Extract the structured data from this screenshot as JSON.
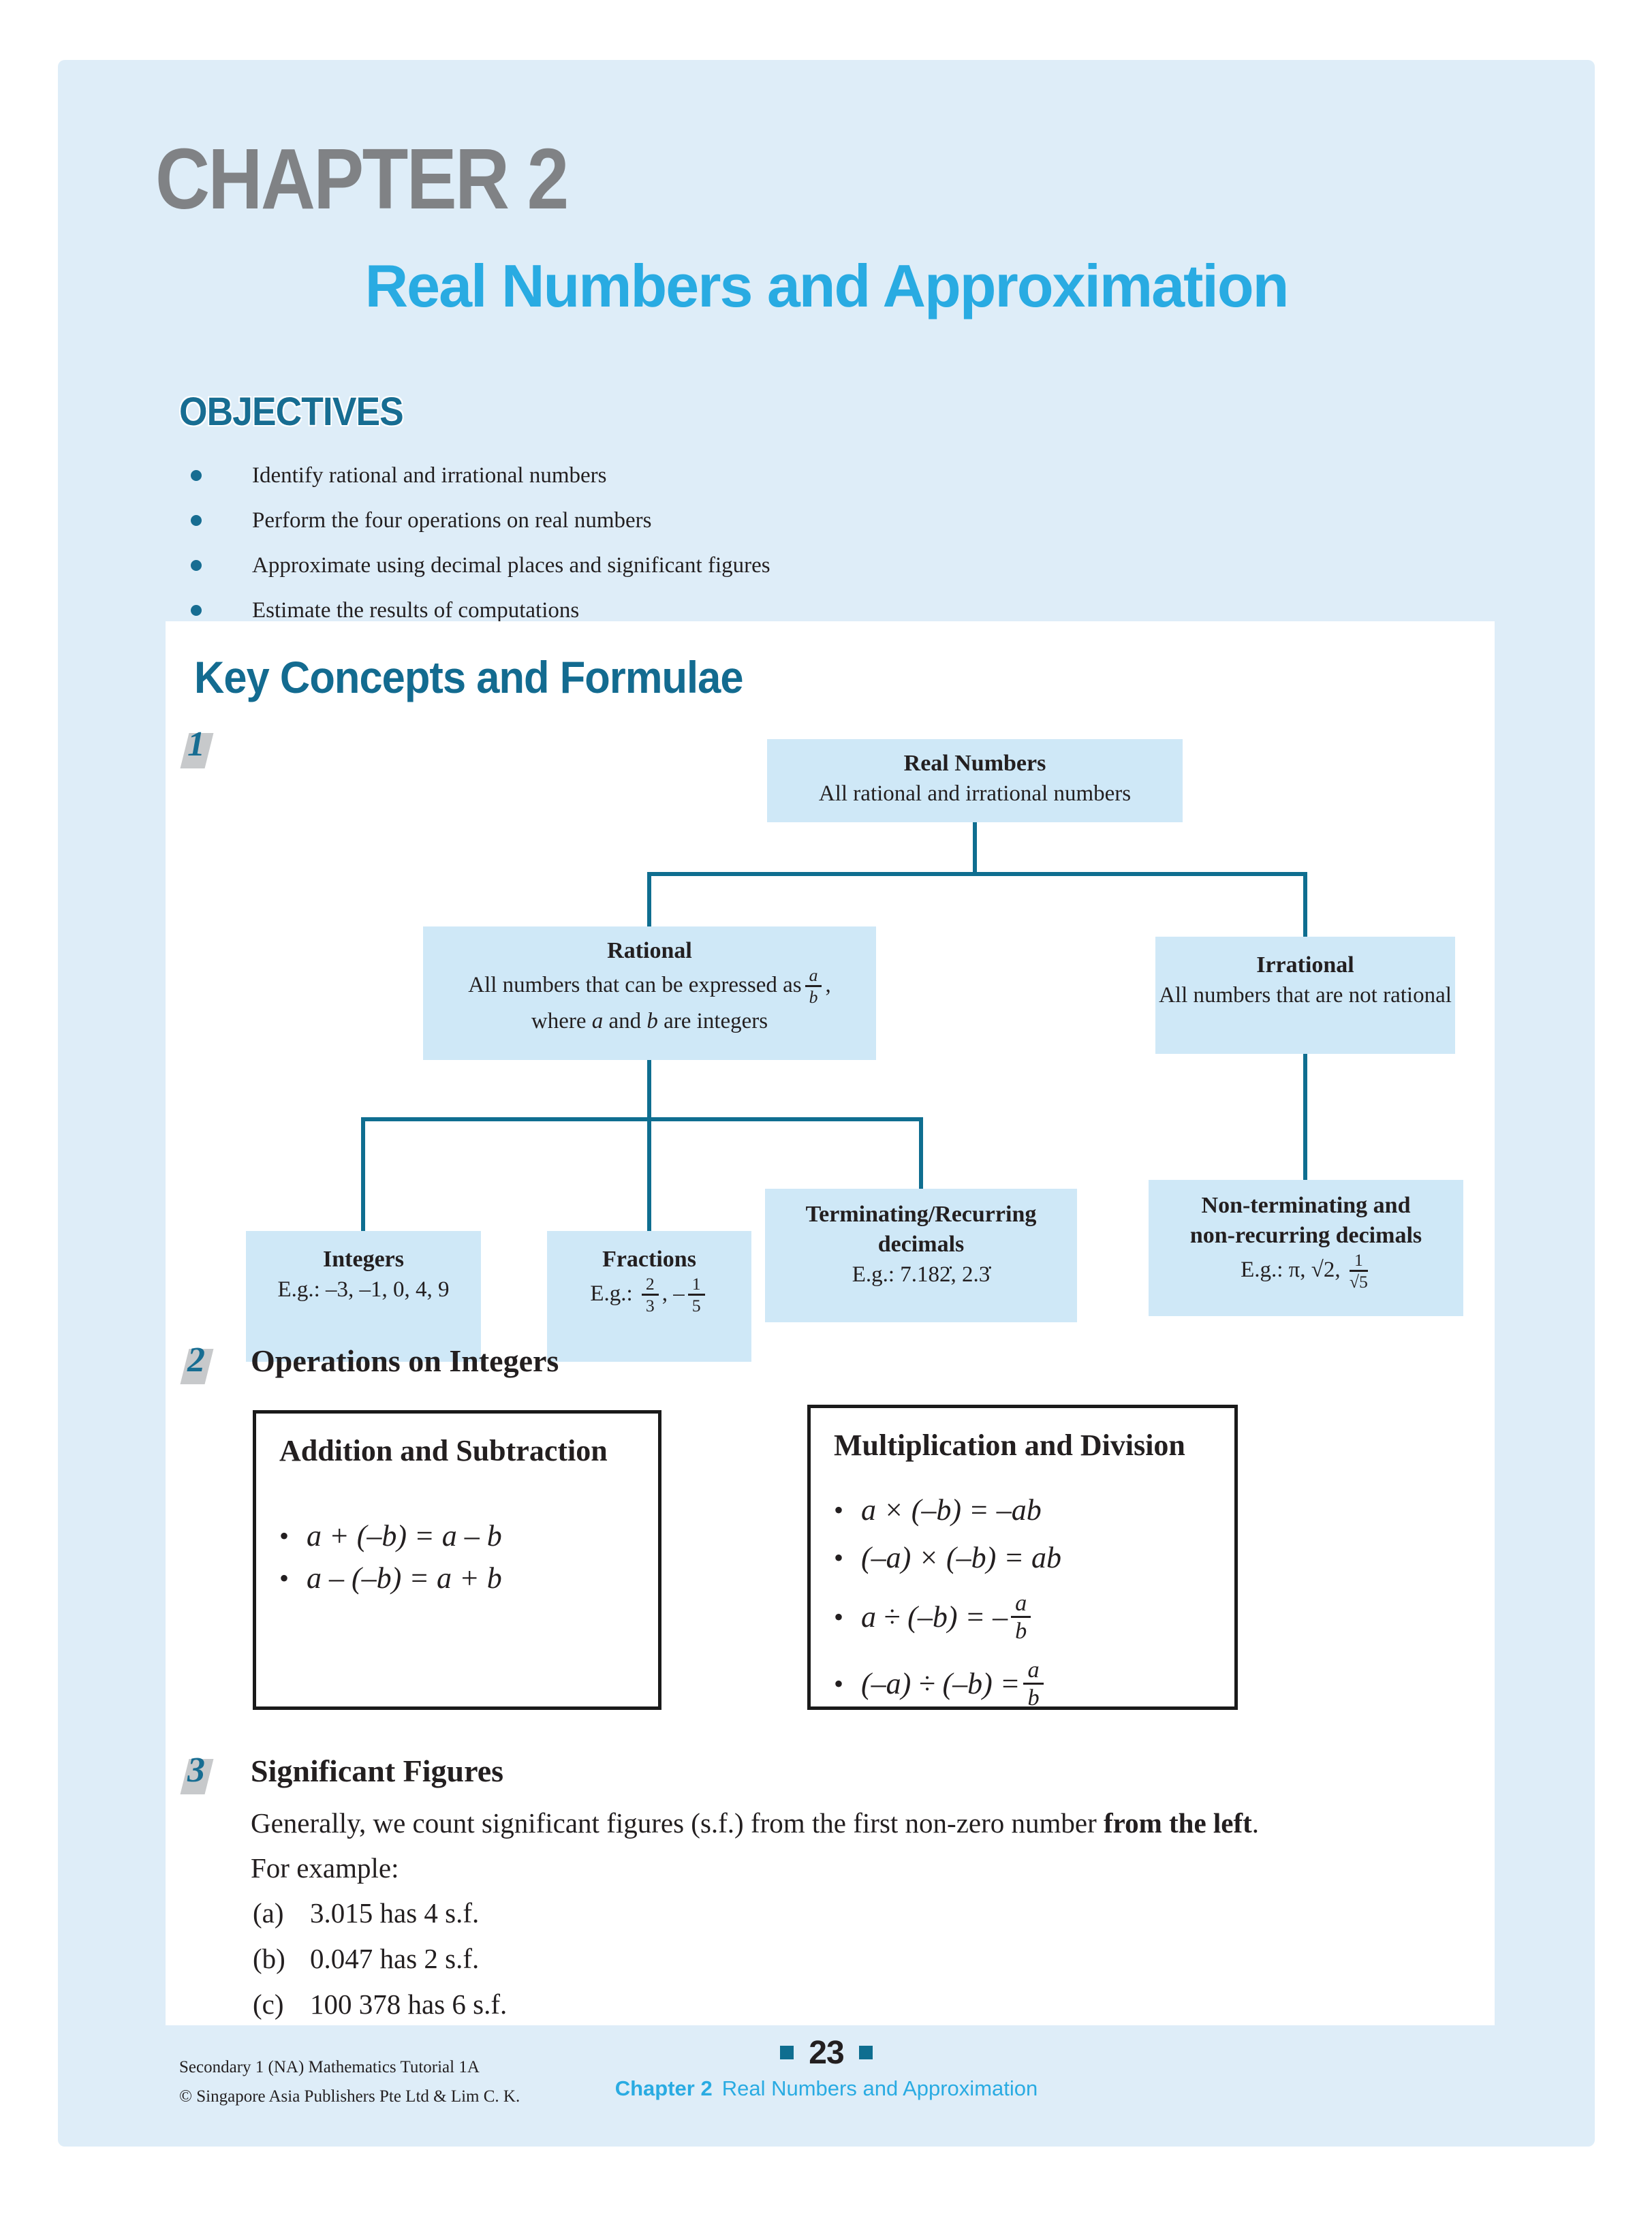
{
  "header": {
    "chapter_heading": "CHAPTER 2",
    "chapter_title": "Real Numbers and Approximation"
  },
  "objectives": {
    "heading": "OBJECTIVES",
    "items": [
      "Identify rational and irrational numbers",
      "Perform the four operations on real numbers",
      "Approximate using decimal places and significant figures",
      "Estimate the results of computations"
    ]
  },
  "key_concepts": {
    "heading": "Key Concepts and Formulae",
    "marker1": "1",
    "marker2": "2",
    "marker3": "3"
  },
  "concept_map": {
    "real": {
      "title": "Real Numbers",
      "desc": "All rational and irrational numbers"
    },
    "rational": {
      "title": "Rational",
      "desc_pre": "All numbers that can be expressed as",
      "frac": {
        "num": "a",
        "den": "b"
      },
      "desc_post": ",",
      "line2_parts": [
        "where ",
        "a",
        " and ",
        "b",
        " are integers"
      ]
    },
    "irrational": {
      "title": "Irrational",
      "desc": "All numbers that are not rational"
    },
    "integers": {
      "title": "Integers",
      "example": "E.g.: –3, –1, 0, 4, 9"
    },
    "fractions": {
      "title": "Fractions",
      "eg_label": "E.g.: ",
      "frac1": {
        "num": "2",
        "den": "3"
      },
      "separator": ", –",
      "frac2": {
        "num": "1",
        "den": "5"
      }
    },
    "terminating": {
      "title_line1": "Terminating/Recurring",
      "title_line2": "decimals",
      "example": "E.g.: 7.182̇, 2.3̇"
    },
    "non_terminating": {
      "title_line1": "Non-terminating and",
      "title_line2": "non-recurring decimals",
      "eg_label": "E.g.: π, √2, ",
      "frac": {
        "num": "1",
        "den": "√5"
      }
    }
  },
  "operations": {
    "heading": "Operations on Integers",
    "addition_subtraction": {
      "title": "Addition and Subtraction",
      "formulas": [
        "a + (–b) = a – b",
        "a – (–b) = a + b"
      ]
    },
    "multiplication_division": {
      "title": "Multiplication and Division",
      "formula1": "a × (–b) =  –ab",
      "formula2": "(–a) × (–b) = ab",
      "formula3_pre": "a ÷ (–b) = –",
      "formula3_frac": {
        "num": "a",
        "den": "b"
      },
      "formula4_pre": "(–a) ÷ (–b) = ",
      "formula4_frac": {
        "num": "a",
        "den": "b"
      }
    }
  },
  "significant_figures": {
    "heading": "Significant Figures",
    "intro_pre": "Generally, we count significant figures (s.f.) from the first non-zero number ",
    "intro_bold": "from the left",
    "intro_post": ".",
    "for_example": "For example:",
    "examples": [
      {
        "label": "(a)",
        "text": "3.015 has 4 s.f."
      },
      {
        "label": "(b)",
        "text": "0.047 has 2 s.f."
      },
      {
        "label": "(c)",
        "text": "100 378 has 6 s.f."
      }
    ]
  },
  "footer": {
    "book": "Secondary 1 (NA) Mathematics Tutorial 1A",
    "copyright": "© Singapore Asia Publishers Pte Ltd & Lim C. K.",
    "page_number": "23",
    "chapter_label": "Chapter 2",
    "chapter_title": "Real Numbers and Approximation"
  },
  "colors": {
    "page_bg": "#deedf8",
    "node_bg": "#cfe8f7",
    "teal": "#0f6e90",
    "cyan": "#29abe2",
    "chapter_gray": "#808285",
    "ink": "#231f20"
  }
}
